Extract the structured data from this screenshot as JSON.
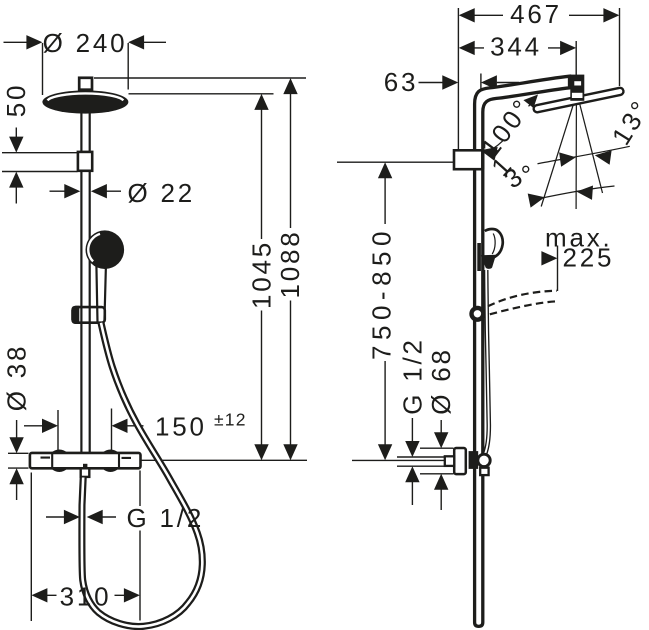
{
  "colors": {
    "ink": "#1d1d1b",
    "background": "#ffffff"
  },
  "front_view": {
    "head_diameter": "Ø 240",
    "head_offset": "50",
    "pipe_diameter": "Ø 22",
    "height_to_head_bottom": "1045",
    "height_overall": "1088",
    "valve_body_diameter": "Ø 38",
    "connection_distance": "150",
    "connection_tolerance": "±12",
    "hose_connection_thread": "G 1/2",
    "valve_width": "310"
  },
  "side_view": {
    "reach_overall": "467",
    "reach_arm": "344",
    "wall_to_pipe_offset": "63",
    "head_to_pipe_angle": "100°",
    "head_tilt_left": "13°",
    "head_tilt_right": "13°",
    "hose_reach_prefix": "max.",
    "hose_reach": "225",
    "mounting_height_range": "750-850",
    "wall_connection_thread": "G 1/2",
    "escutcheon_diameter": "Ø 68"
  }
}
